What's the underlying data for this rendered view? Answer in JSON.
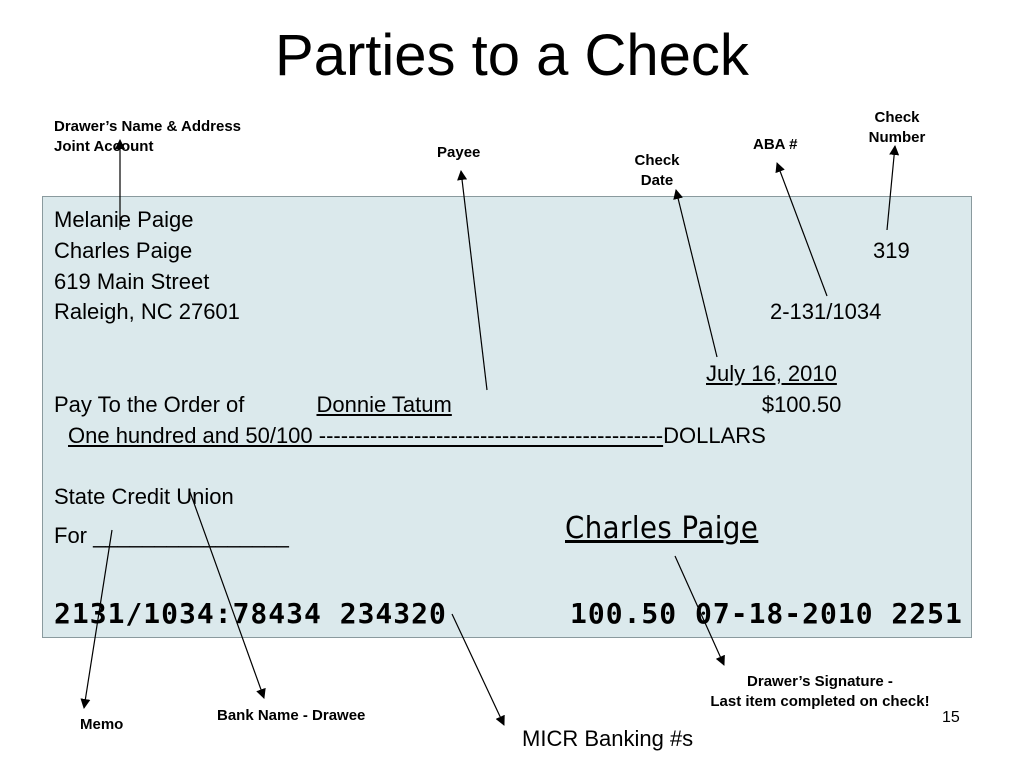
{
  "title": "Parties to a Check",
  "labels": {
    "drawer_name_line1": "Drawer’s Name & Address",
    "drawer_name_line2": "Joint Account",
    "payee": "Payee",
    "check_date_line1": "Check",
    "check_date_line2": "Date",
    "aba": "ABA #",
    "check_number_line1": "Check",
    "check_number_line2": "Number",
    "memo": "Memo",
    "bank_name": "Bank Name - Drawee",
    "micr": "MICR Banking #s",
    "signature_line1": "Drawer’s Signature  -",
    "signature_line2": "Last item completed on check!"
  },
  "check": {
    "drawer_line1": "Melanie Paige",
    "drawer_line2": "Charles Paige",
    "drawer_line3": "619 Main Street",
    "drawer_line4": "Raleigh, NC 27601",
    "check_number": "319",
    "aba_number": "2-131/1034",
    "date": "July 16, 2010",
    "pay_to_prefix": "Pay To the Order of ",
    "payee_name": "Donnie Tatum",
    "amount": "$100.50",
    "written_amount": "One hundred and 50/100 -----------------------------------------------",
    "dollars": "DOLLARS",
    "bank_name": "State Credit Union",
    "for_label": "For ",
    "for_line": "________________",
    "signature": "Charles Paige",
    "micr_left": "2131/1034:78434 234320",
    "micr_right": "100.50   07-18-2010 2251"
  },
  "page_number": "15"
}
